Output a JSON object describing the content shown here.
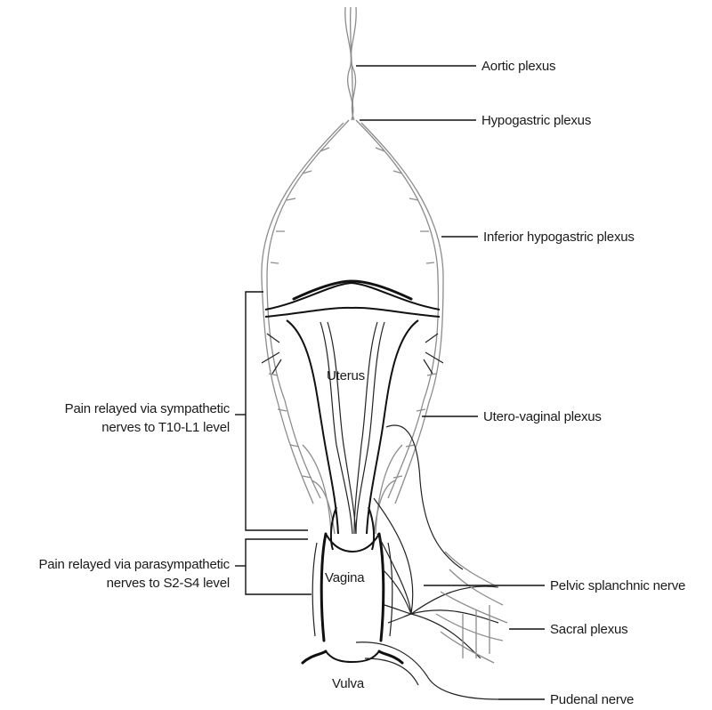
{
  "labels": {
    "aortic_plexus": "Aortic plexus",
    "hypogastric_plexus": "Hypogastric plexus",
    "inferior_hypogastric_plexus": "Inferior hypogastric plexus",
    "uterus": "Uterus",
    "utero_vaginal_plexus": "Utero-vaginal plexus",
    "vagina": "Vagina",
    "vulva": "Vulva",
    "pelvic_splanchnic_nerve": "Pelvic splanchnic nerve",
    "sacral_plexus": "Sacral plexus",
    "pudenal_nerve": "Pudenal nerve",
    "sympathetic_line1": "Pain relayed via sympathetic",
    "sympathetic_line2": "nerves to T10-L1 level",
    "parasympathetic_line1": "Pain relayed via  parasympathetic",
    "parasympathetic_line2": "nerves to S2-S4 level"
  },
  "colors": {
    "plexus": "#8c8c8c",
    "nerve": "#222222",
    "text": "#1a1a1a"
  }
}
